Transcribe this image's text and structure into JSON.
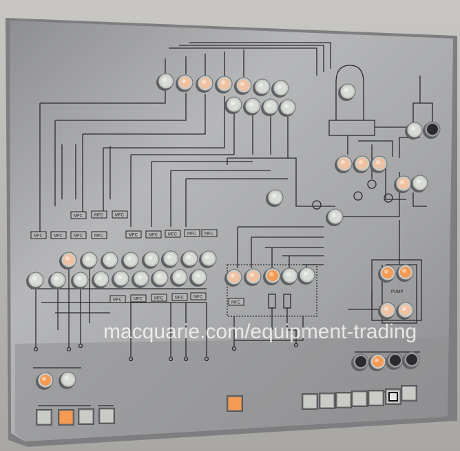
{
  "panel": {
    "watermark": "macquarie.com/equipment-trading",
    "mfc_label": "MFC",
    "pump_label": "PUMP"
  },
  "lamps": {
    "top_row": [
      "off",
      "lit",
      "lit",
      "lit",
      "lit",
      "off",
      "off"
    ],
    "second_row": [
      "off",
      "off",
      "off",
      "off"
    ],
    "chamber": [
      "off"
    ],
    "right_pair": [
      "off",
      "dark"
    ],
    "mid_right_trio": [
      "lit",
      "lit",
      "lit"
    ],
    "right_pair_2": [
      "lit",
      "off"
    ],
    "center_single": [
      "off",
      "off"
    ],
    "left_upper_row": [
      "lit",
      "off",
      "off",
      "off",
      "off",
      "off",
      "off",
      "off"
    ],
    "left_lower_row": [
      "off",
      "off",
      "off",
      "off",
      "off",
      "off",
      "off",
      "off",
      "off"
    ],
    "middle_group": [
      "lit",
      "lit",
      "orange",
      "off",
      "off"
    ],
    "pump_group": [
      "orange",
      "orange",
      "lit",
      "lit"
    ],
    "bottom_right_round": [
      "dark",
      "orange",
      "dark",
      "dark"
    ],
    "bottom_left_round": [
      "orange",
      "off"
    ],
    "bottom_left_square": [
      "off",
      "orange",
      "off",
      "off"
    ],
    "center_square": [
      "orange"
    ],
    "bottom_right_square": [
      "off",
      "off",
      "off",
      "off",
      "off",
      "framed",
      "off"
    ]
  },
  "colors": {
    "panel": "#a7a8aa",
    "off": "#d9dcd6",
    "lit": "#f0c2a2",
    "orange": "#f49a52",
    "dark": "#2b2b2d"
  }
}
